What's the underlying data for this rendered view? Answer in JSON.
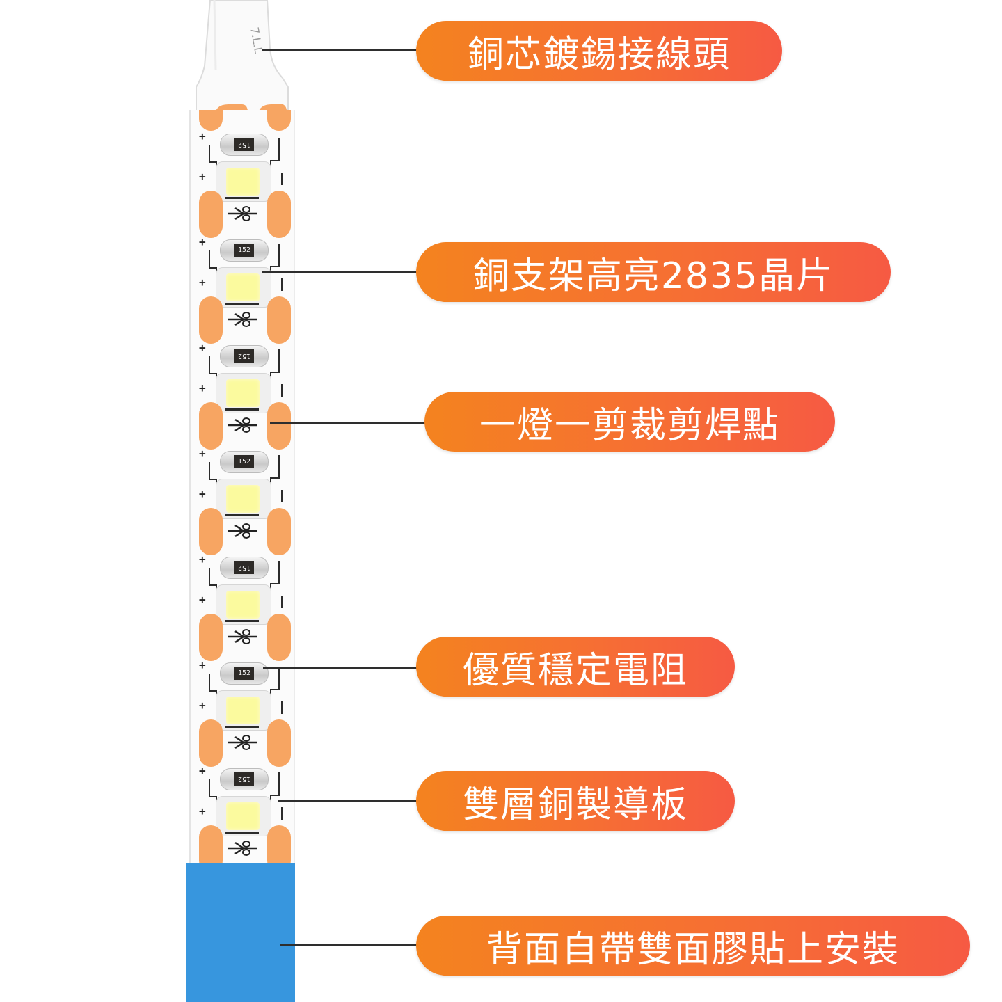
{
  "figure": {
    "title": "LED strip feature callouts",
    "resistor_code": "152",
    "segment_count": 7,
    "colors": {
      "pill_start": "#f4831f",
      "pill_end": "#f65a43",
      "pad": "#f7a562",
      "led": "#fbfa9e",
      "backing_tape": "#3796de",
      "leader_line": "#2e2e2e"
    }
  },
  "callouts": [
    {
      "id": "connector",
      "label": "銅芯鍍錫接線頭",
      "points_to": "cable connector"
    },
    {
      "id": "chip",
      "label": "銅支架高亮2835晶片",
      "points_to": "LED chip"
    },
    {
      "id": "cut-point",
      "label": "一燈一剪裁剪焊點",
      "points_to": "solder pad / cut mark"
    },
    {
      "id": "resistor",
      "label": "優質穩定電阻",
      "points_to": "resistor"
    },
    {
      "id": "pcb",
      "label": "雙層銅製導板",
      "points_to": "circuit board"
    },
    {
      "id": "adhesive",
      "label": "背面自帶雙面膠貼上安裝",
      "points_to": "adhesive backing"
    }
  ]
}
